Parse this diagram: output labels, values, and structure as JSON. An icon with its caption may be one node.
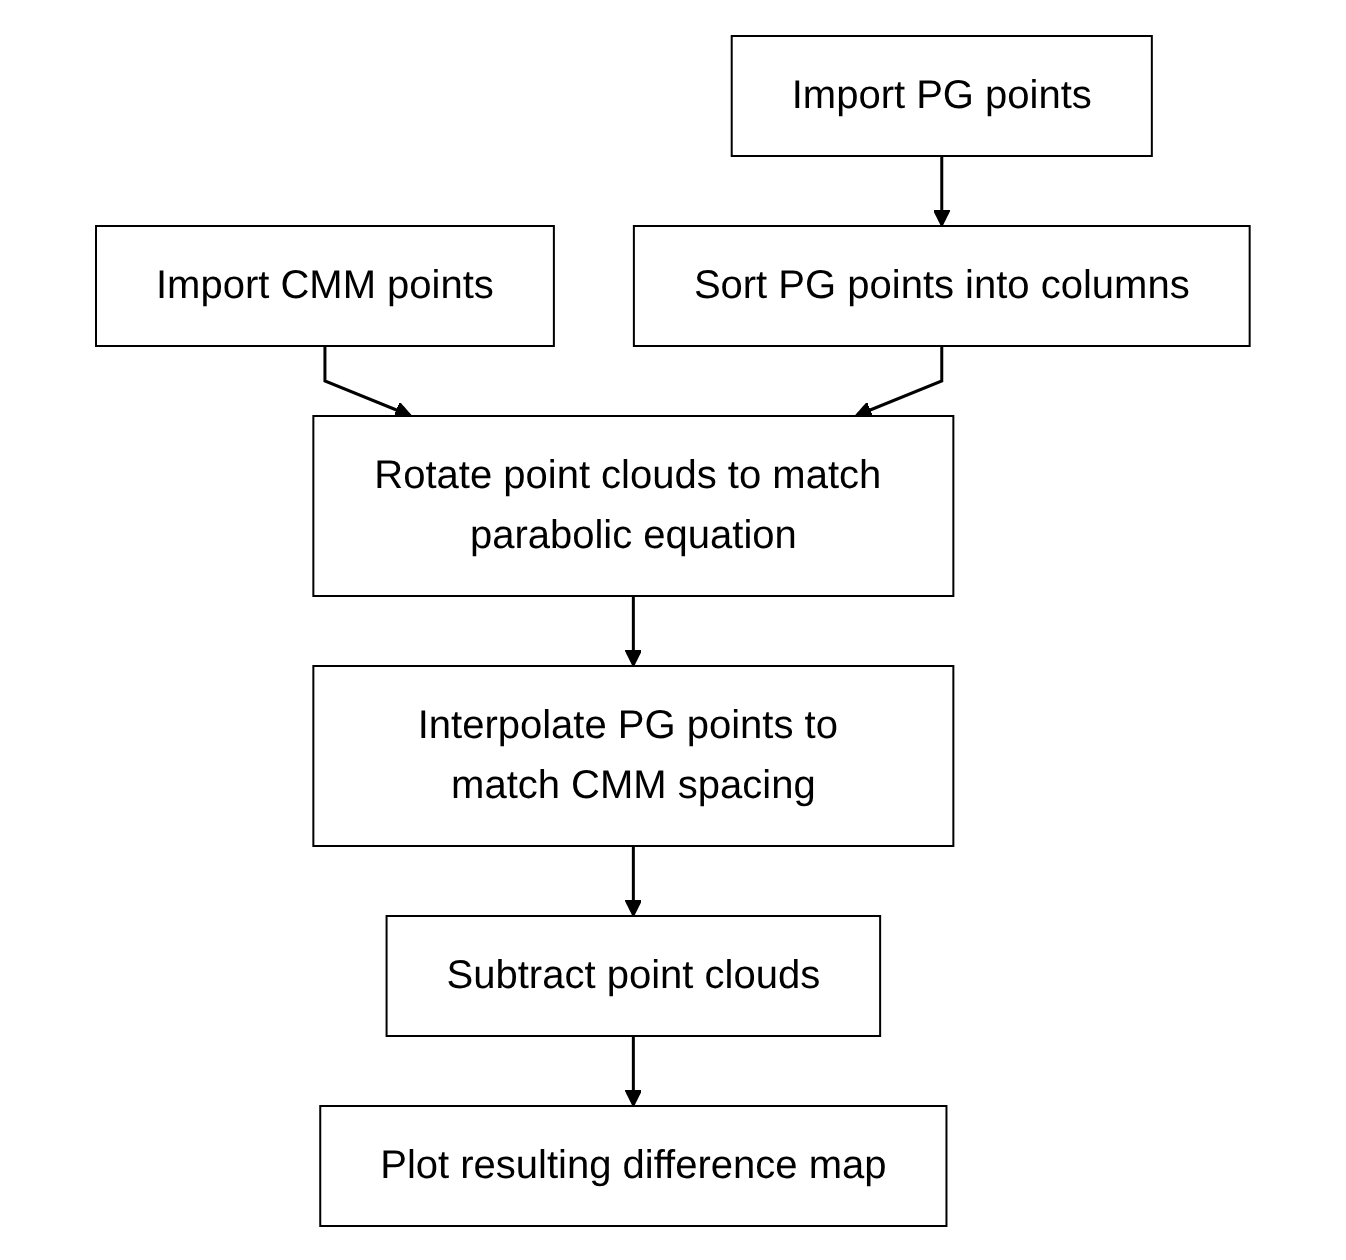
{
  "diagram": {
    "nodes": [
      {
        "text": [
          "Import CMM points"
        ]
      },
      {
        "text": [
          "Import PG points"
        ]
      },
      {
        "text": [
          "Sort PG points into columns"
        ]
      },
      {
        "text": [
          "Rotate point clouds to match parabolic equation"
        ]
      },
      {
        "text": [
          "Interpolate PG points to match CMM spacing"
        ]
      },
      {
        "text": [
          "Subtract point clouds"
        ]
      },
      {
        "text": [
          "Plot resulting difference map"
        ]
      }
    ],
    "edges": [
      {
        "from": 0,
        "to": 3,
        "arrow": "to"
      },
      {
        "from": 1,
        "to": 2,
        "arrow": "to"
      },
      {
        "from": 2,
        "to": 3,
        "arrow": "to"
      },
      {
        "from": 3,
        "to": 4,
        "arrow": "to"
      },
      {
        "from": 4,
        "to": 5,
        "arrow": "to"
      },
      {
        "from": 5,
        "to": 6,
        "arrow": "to"
      }
    ]
  }
}
